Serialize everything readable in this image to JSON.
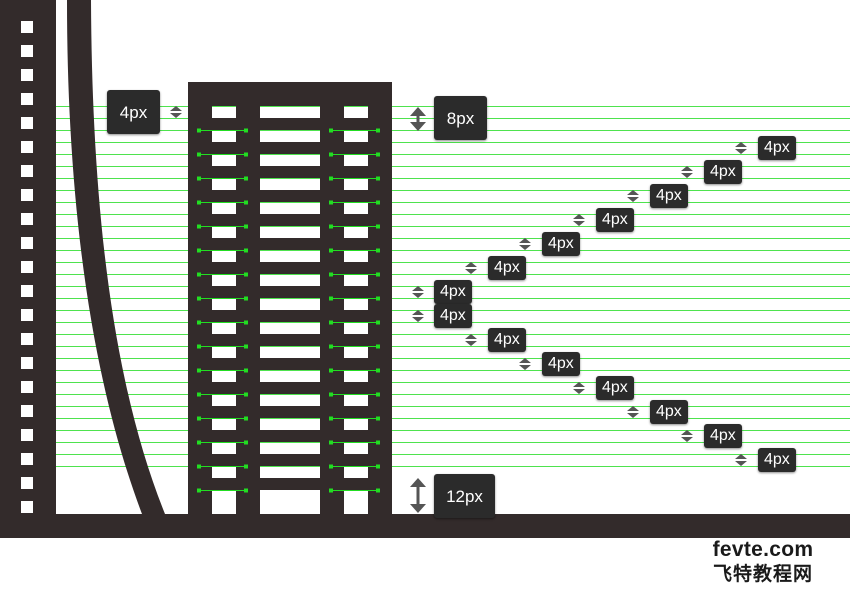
{
  "colors": {
    "dark": "#332b2b",
    "guide": "#22dd22",
    "badge_bg": "#2b2b2b",
    "badge_text": "#ffffff"
  },
  "icons": {
    "spacing_arrow": "vertical-double-arrow-icon",
    "anchor_point": "anchor-point-icon"
  },
  "labels": {
    "top_left_spacing": "4px",
    "top_right_spacing": "8px",
    "bottom_spacing": "12px",
    "staircase": [
      "4px",
      "4px",
      "4px",
      "4px",
      "4px",
      "4px",
      "4px",
      "4px",
      "4px",
      "4px",
      "4px",
      "4px",
      "4px",
      "4px"
    ]
  },
  "watermark": {
    "line1": "fevte.com",
    "line2": "飞特教程网"
  }
}
